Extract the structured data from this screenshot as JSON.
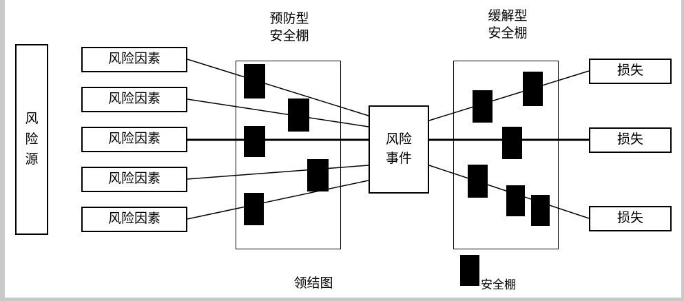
{
  "diagram": {
    "risk_source_label": "风\n险\n源",
    "risk_factors": [
      {
        "label": "风险因素"
      },
      {
        "label": "风险因素"
      },
      {
        "label": "风险因素"
      },
      {
        "label": "风险因素"
      },
      {
        "label": "风险因素"
      }
    ],
    "preventive_title": "预防型\n安全棚",
    "mitigative_title": "缓解型\n安全棚",
    "risk_event_label": "风险\n事件",
    "losses": [
      {
        "label": "损失"
      },
      {
        "label": "损失"
      },
      {
        "label": "损失"
      }
    ],
    "caption": "领结图",
    "legend_label": "安全棚",
    "colors": {
      "barrier": "#000000",
      "line": "#000000",
      "box_border": "#000000",
      "background": "#ffffff",
      "page_edge": "#c9c9c9"
    }
  }
}
